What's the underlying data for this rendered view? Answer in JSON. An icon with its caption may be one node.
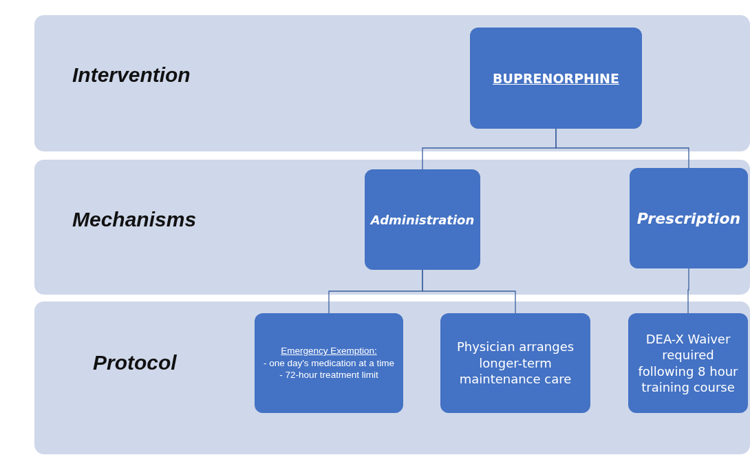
{
  "diagram": {
    "nodes": [
      {
        "text": [
          "Intervention"
        ]
      },
      {
        "text": [
          "BUPRENORPHINE"
        ],
        "in": 0
      },
      {
        "text": [
          "Mechanisms"
        ]
      },
      {
        "text": [
          "Administration"
        ],
        "in": 2
      },
      {
        "text": [
          "Prescription"
        ],
        "in": 2
      },
      {
        "text": [
          "Protocol"
        ]
      },
      {
        "text": [
          "Emergency Exemption:",
          "- one day's medication at a time",
          "- 72-hour treatment limit"
        ],
        "in": 5
      },
      {
        "text": [
          "Physician arranges longer-term maintenance care"
        ],
        "in": 5
      },
      {
        "text": [
          "DEA-X Waiver required following 8 hour training course"
        ],
        "in": 5
      }
    ],
    "edges": [
      {
        "from": 1,
        "to": 3,
        "arrow": "none"
      },
      {
        "from": 1,
        "to": 4,
        "arrow": "none"
      },
      {
        "from": 3,
        "to": 6,
        "arrow": "none"
      },
      {
        "from": 3,
        "to": 7,
        "arrow": "none"
      },
      {
        "from": 4,
        "to": 8,
        "arrow": "none"
      }
    ]
  }
}
